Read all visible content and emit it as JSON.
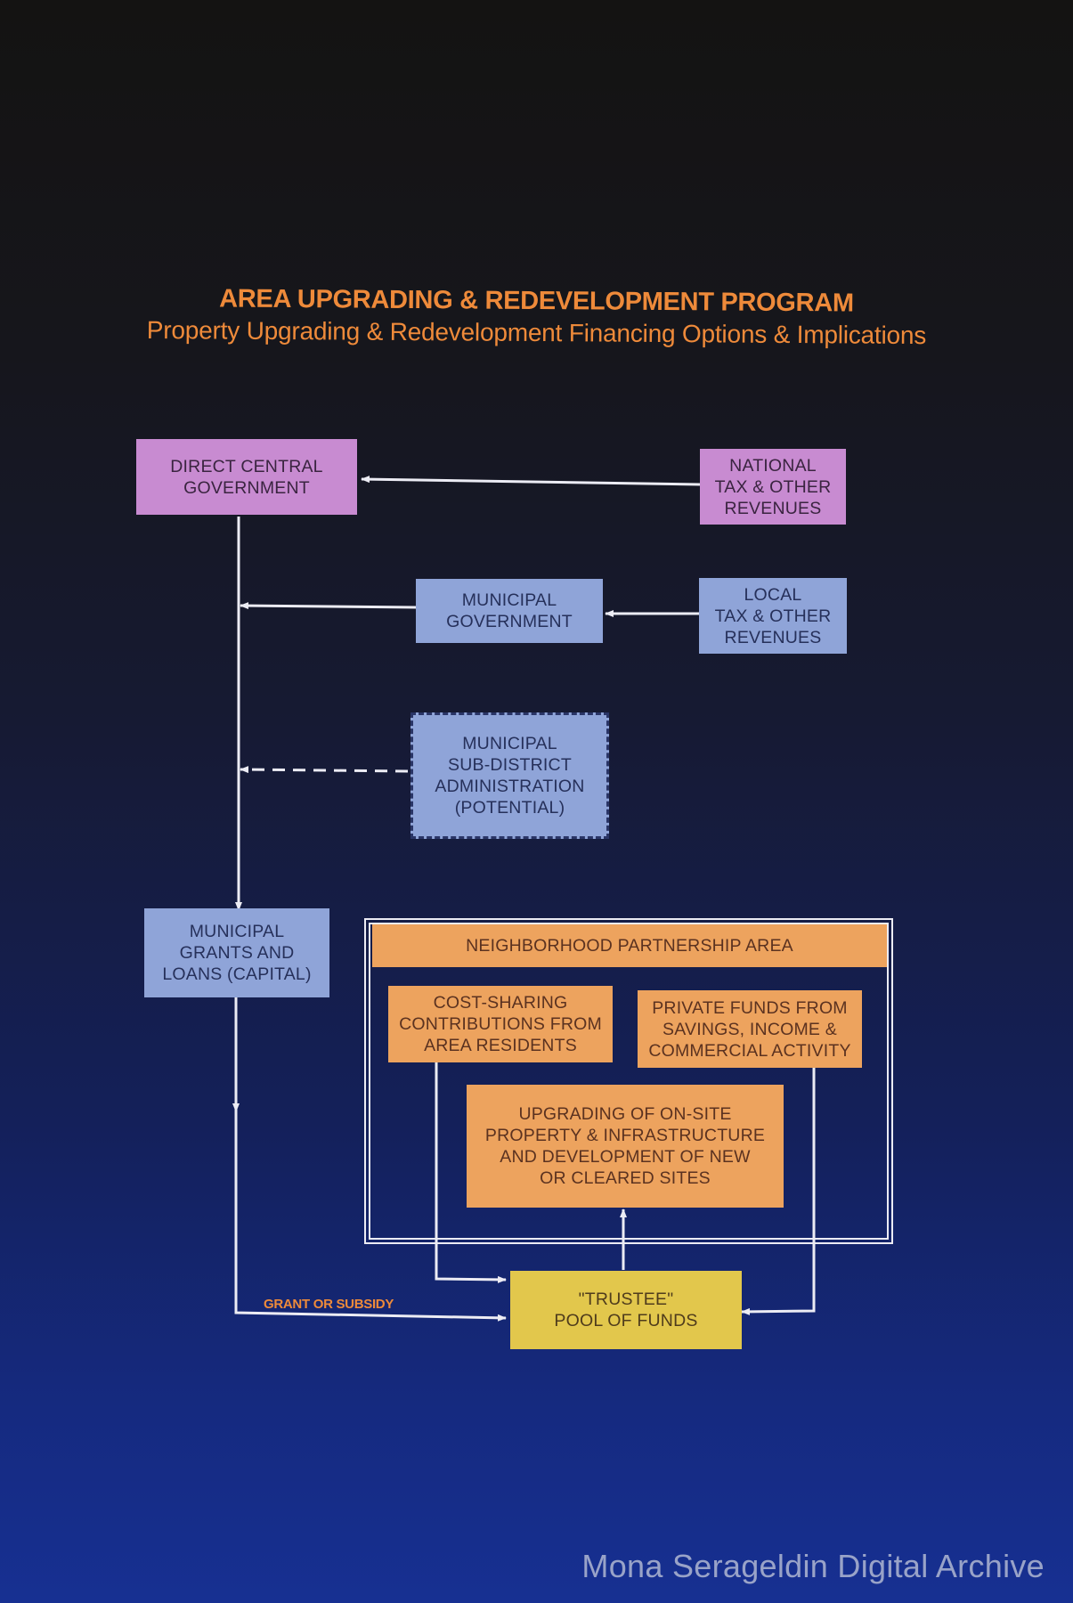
{
  "title": "AREA UPGRADING & REDEVELOPMENT PROGRAM",
  "subtitle": "Property Upgrading & Redevelopment Financing Options & Implications",
  "nodes": {
    "direct_central_government": "DIRECT CENTRAL\nGOVERNMENT",
    "national_tax": "NATIONAL\nTAX & OTHER\nREVENUES",
    "municipal_government": "MUNICIPAL\nGOVERNMENT",
    "local_tax": "LOCAL\nTAX & OTHER\nREVENUES",
    "municipal_sub_district": "MUNICIPAL\nSUB-DISTRICT\nADMINISTRATION\n(POTENTIAL)",
    "municipal_grants": "MUNICIPAL\nGRANTS AND\nLOANS (CAPITAL)",
    "neighborhood_partnership_area": "NEIGHBORHOOD PARTNERSHIP AREA",
    "cost_sharing": "COST-SHARING\nCONTRIBUTIONS FROM\nAREA RESIDENTS",
    "private_funds": "PRIVATE FUNDS FROM\nSAVINGS, INCOME &\nCOMMERCIAL ACTIVITY",
    "upgrading": "UPGRADING OF ON-SITE\nPROPERTY & INFRASTRUCTURE\nAND DEVELOPMENT OF NEW\nOR CLEARED SITES",
    "trustee_pool": "\"TRUSTEE\"\nPOOL OF FUNDS"
  },
  "edge_labels": {
    "grant_or_subsidy": "GRANT OR SUBSIDY"
  },
  "watermark": "Mona Serageldin Digital Archive",
  "colors": {
    "title": "#ee8a3a",
    "pink_box": "#c88bd1",
    "blue_box": "#8fa4d8",
    "orange_box": "#eda35e",
    "yellow_box": "#e2c74c",
    "lines": "#ececf4"
  }
}
